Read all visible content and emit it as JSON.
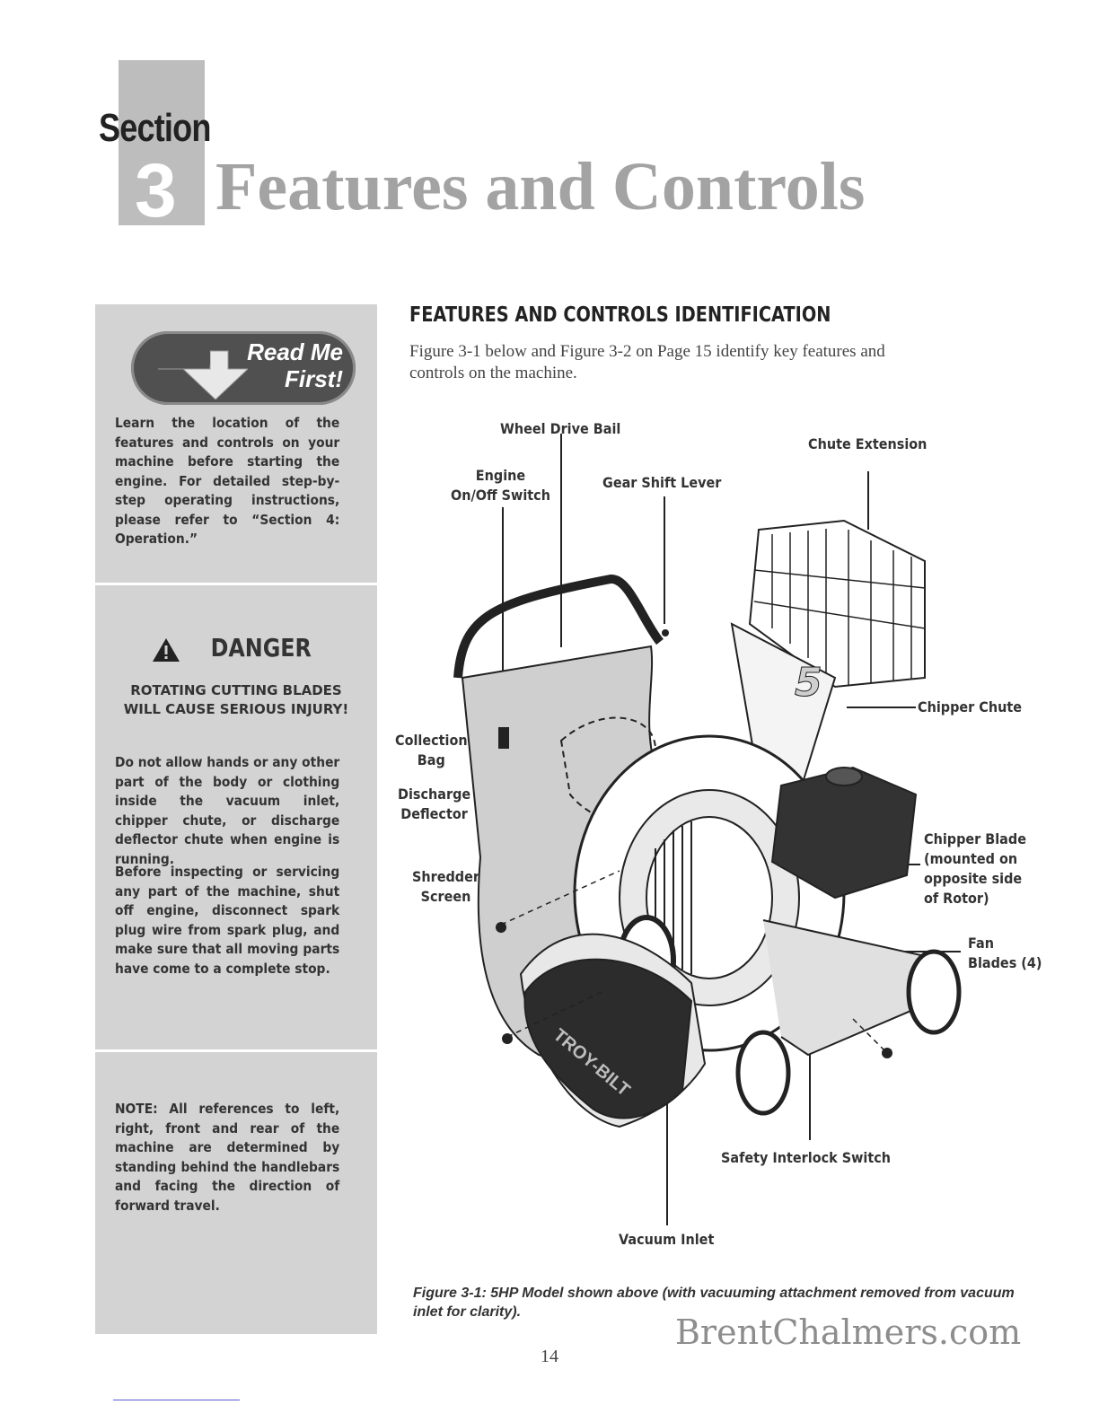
{
  "header": {
    "section_word": "Section",
    "section_number": "3",
    "title": "Features and Controls"
  },
  "sidebar": {
    "readme_line1": "Read Me",
    "readme_line2": "First!",
    "readme_text": "Learn the location of the features and controls on your machine before starting the engine. For detailed step-by-step operating instructions, please refer to “Section 4: Operation.”",
    "danger_title": "DANGER",
    "danger_subtitle": "ROTATING CUTTING BLADES WILL CAUSE SERIOUS INJURY!",
    "danger_para1": "Do not allow hands or any other part of the body or clothing inside the vacuum inlet, chipper chute, or discharge deflector chute when engine is running.",
    "danger_para2": "Before inspecting or servicing any part of the machine, shut off engine, disconnect spark plug wire from spark plug, and make sure that all moving parts have come to a complete stop.",
    "note": "NOTE: All references to left, right, front and rear of the machine are determined by standing behind the handlebars and facing the direction of forward travel."
  },
  "main": {
    "heading": "FEATURES AND CONTROLS IDENTIFICATION",
    "intro": "Figure 3-1 below and Figure 3-2 on Page 15 identify key features and controls on the machine."
  },
  "figure": {
    "labels": {
      "wheel_drive_bail": "Wheel Drive Bail",
      "chute_extension": "Chute Extension",
      "engine_switch": "Engine\nOn/Off Switch",
      "gear_shift": "Gear Shift Lever",
      "chipper_chute": "Chipper Chute",
      "collection_bag": "Collection\nBag",
      "discharge_deflector": "Discharge\nDeflector",
      "chipper_blade": "Chipper Blade\n(mounted on\nopposite side\nof Rotor)",
      "shredder_screen": "Shredder\nScreen",
      "fan_blades": "Fan\nBlades (4)",
      "safety_interlock": "Safety Interlock Switch",
      "vacuum_inlet": "Vacuum Inlet"
    },
    "hp_mark": "5",
    "brand": "TROY-BILT"
  },
  "caption": "Figure 3-1: 5HP Model shown above (with vacuuming attachment removed from vacuum inlet for clarity).",
  "page_number": "14",
  "watermark": "BrentChalmers.com"
}
